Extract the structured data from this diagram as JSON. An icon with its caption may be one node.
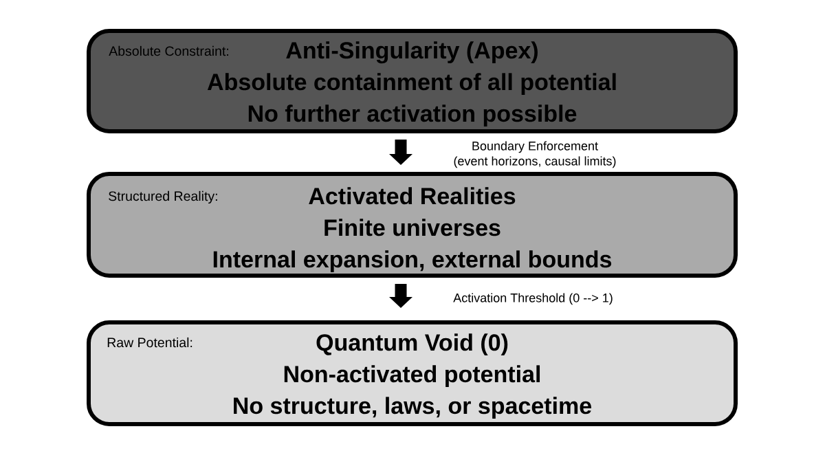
{
  "diagram": {
    "nodes": [
      {
        "text": [
          "Absolute Constraint:",
          "Anti-Singularity (Apex)",
          "Absolute containment of all potential",
          "No further activation possible"
        ]
      },
      {
        "text": [
          "Structured Reality:",
          "Activated Realities",
          "Finite universes",
          "Internal expansion, external bounds"
        ]
      },
      {
        "text": [
          "Raw Potential:",
          "Quantum Void (0)",
          "Non-activated potential",
          "No structure, laws, or spacetime"
        ]
      }
    ],
    "edges": [
      {
        "from": 0,
        "to": 1,
        "arrow": "to",
        "label": "Boundary Enforcement (event horizons, causal limits)"
      },
      {
        "from": 1,
        "to": 2,
        "arrow": "to",
        "label": "Activation Threshold (0 --> 1)"
      }
    ]
  }
}
